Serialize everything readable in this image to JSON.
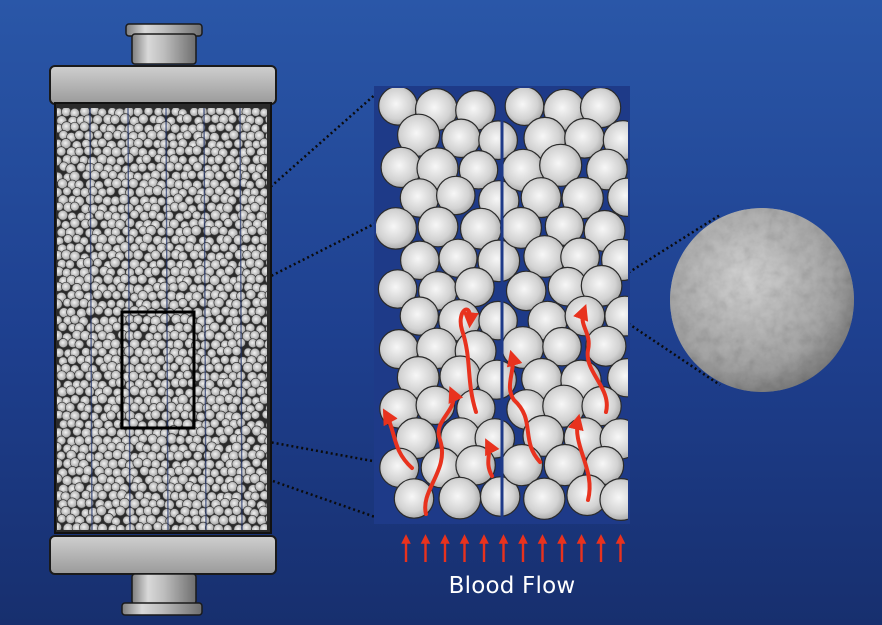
{
  "flow_label": "Blood Flow",
  "colors": {
    "background_top": "#2a57a8",
    "background_bottom": "#172f6e",
    "arrow": "#e8321e",
    "bead_light": "#f6f6f6",
    "bead_dark": "#a9a9a9",
    "column_cap": "#b4b4b4"
  },
  "parts": [
    "filter-column",
    "zoom-inset",
    "single-bead",
    "flow-arrows"
  ]
}
